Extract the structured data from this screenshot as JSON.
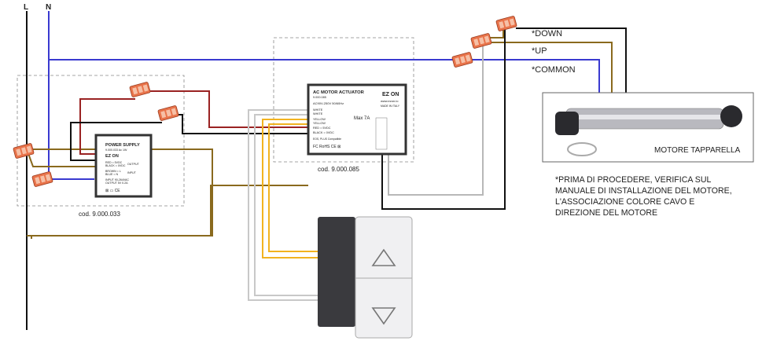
{
  "mains": {
    "line_label": "L",
    "neutral_label": "N"
  },
  "wire_labels": {
    "down": "*DOWN",
    "up": "*UP",
    "common": "*COMMON"
  },
  "power_supply": {
    "title": "POWER SUPPLY",
    "subtitle": "9.000.033   Ac 1W",
    "brand": "EZ ON",
    "output": "OUTPUT",
    "input": "INPUT",
    "red_line": "RED = 5VDC",
    "black_line": "BLACK = 0VDC",
    "brown_line": "BROWN = L",
    "blue_line": "BLUE = N",
    "spec1": "INPUT 90-264VAC",
    "spec2": "OUTPUT 5V 0.2A",
    "code": "cod. 9.000.033"
  },
  "actuator": {
    "title": "AC MOTOR ACTUATOR",
    "model": "9.000.085",
    "rating": "AC90V-250V  50/60Hz",
    "max": "Max 7A",
    "white1": "WHITE",
    "white2": "WHITE",
    "yellow1": "YELLOW",
    "yellow2": "YELLOW",
    "red": "RED = 5VDC",
    "black": "BLACK = 0VDC",
    "compat": "EOS, PLUS Compatible",
    "brand": "EZ ON",
    "site": "www.ezon.io",
    "made": "MADE IN ITALY",
    "code": "cod. 9.000.085"
  },
  "motor": {
    "label": "MOTORE TAPPARELLA"
  },
  "note": {
    "lines": [
      "*PRIMA DI PROCEDERE, VERIFICA SUL",
      "MANUALE DI INSTALLAZIONE DEL MOTORE,",
      "L'ASSOCIAZIONE COLORE CAVO E",
      "DIREZIONE DEL MOTORE"
    ]
  },
  "colors": {
    "line_black": "#111111",
    "neutral_blue": "#3a3ad0",
    "brown": "#8a6a1e",
    "red": "#9a2222",
    "yellow": "#f2b320",
    "grey": "#b8b8b8",
    "connector_orange": "#e8734a"
  }
}
